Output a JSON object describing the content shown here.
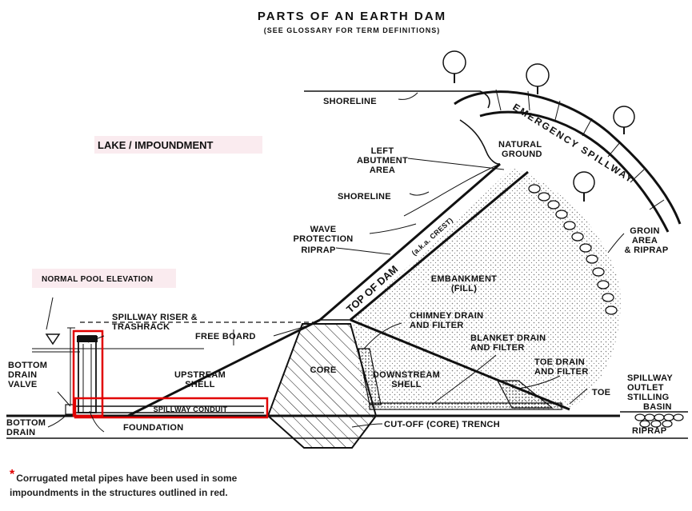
{
  "title": "PARTS OF AN EARTH DAM",
  "subtitle": "(SEE GLOSSARY FOR TERM DEFINITIONS)",
  "labels": {
    "lake": "LAKE / IMPOUNDMENT",
    "shoreline_top": "SHORELINE",
    "shoreline_mid": "SHORELINE",
    "natural_ground_1": "NATURAL",
    "natural_ground_2": "GROUND",
    "emergency_spillway": "EMERGENCY SPILLWAY",
    "left_abutment_1": "LEFT",
    "left_abutment_2": "ABUTMENT",
    "left_abutment_3": "AREA",
    "wave_protection_1": "WAVE",
    "wave_protection_2": "PROTECTION",
    "wave_protection_3": "RIPRAP",
    "top_of_dam": "TOP OF DAM",
    "crest": "(a.k.a. CREST)",
    "groin_1": "GROIN",
    "groin_2": "AREA",
    "groin_3": "& RIPRAP",
    "embankment_1": "EMBANKMENT",
    "embankment_2": "(FILL)",
    "normal_pool": "NORMAL POOL ELEVATION",
    "riser_1": "SPILLWAY RISER &",
    "riser_2": "TRASHRACK",
    "freeboard": "FREE BOARD",
    "chimney_1": "CHIMNEY DRAIN",
    "chimney_2": "AND FILTER",
    "blanket_1": "BLANKET DRAIN",
    "blanket_2": "AND FILTER",
    "toe_drain_1": "TOE DRAIN",
    "toe_drain_2": "AND FILTER",
    "bottom_drain_valve_1": "BOTTOM",
    "bottom_drain_valve_2": "DRAIN",
    "bottom_drain_valve_3": "VALVE",
    "upstream_1": "UPSTREAM",
    "upstream_2": "SHELL",
    "core": "CORE",
    "downstream_1": "DOWNSTREAM",
    "downstream_2": "SHELL",
    "toe": "TOE",
    "outlet_1": "SPILLWAY",
    "outlet_2": "OUTLET",
    "outlet_3": "STILLING",
    "outlet_4": "BASIN",
    "conduit": "SPILLWAY CONDUIT",
    "bottom_drain_1": "BOTTOM",
    "bottom_drain_2": "DRAIN",
    "foundation": "FOUNDATION",
    "cutoff": "CUT-OFF (CORE) TRENCH",
    "riprap": "RIPRAP"
  },
  "footnote": {
    "asterisk": "*",
    "text": "Corrugated metal pipes have been used in some impoundments in the structures outlined in red."
  },
  "colors": {
    "ink": "#111111",
    "highlight": "#e10000",
    "background": "#ffffff"
  }
}
